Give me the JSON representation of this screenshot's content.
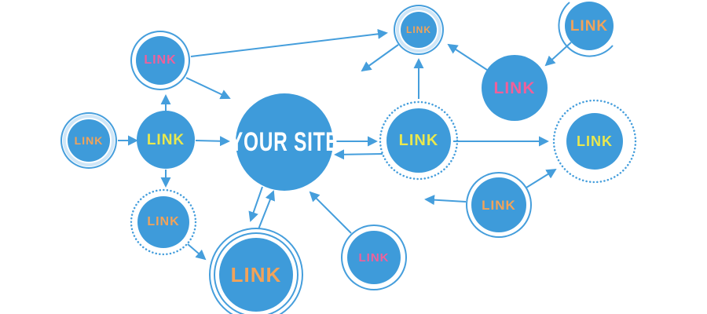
{
  "colors": {
    "circle_fill": "#3E9BDA",
    "line": "#459EDC",
    "halo": "#CFE6F7",
    "background": "#FFFFFF",
    "pink": "#F0609A",
    "orange": "#F2A359",
    "yellow": "#E9E84E",
    "white": "#FFFFFF"
  },
  "nodes": [
    {
      "id": "top-left-ringed",
      "label": "LINK",
      "color": "pink",
      "ring": "single-ring"
    },
    {
      "id": "left-small",
      "label": "LINK",
      "color": "orange",
      "ring": "halo-ring"
    },
    {
      "id": "left-mid",
      "label": "LINK",
      "color": "yellow",
      "ring": "none"
    },
    {
      "id": "your-site",
      "label": "YOUR SITE",
      "color": "white",
      "ring": "none"
    },
    {
      "id": "top-center",
      "label": "LINK",
      "color": "orange",
      "ring": "halo-ring"
    },
    {
      "id": "top-right",
      "label": "LINK",
      "color": "orange",
      "ring": "partial-arc"
    },
    {
      "id": "mid-right",
      "label": "LINK",
      "color": "pink",
      "ring": "none"
    },
    {
      "id": "mid-dotted",
      "label": "LINK",
      "color": "yellow",
      "ring": "dotted"
    },
    {
      "id": "far-right-dotted",
      "label": "LINK",
      "color": "yellow",
      "ring": "dotted"
    },
    {
      "id": "bottom-right-ringed",
      "label": "LINK",
      "color": "orange",
      "ring": "single-ring"
    },
    {
      "id": "bottom-center-ringed",
      "label": "LINK",
      "color": "pink",
      "ring": "single-ring"
    },
    {
      "id": "bottom-left-dotted",
      "label": "LINK",
      "color": "orange",
      "ring": "dotted"
    },
    {
      "id": "bottom-big-double",
      "label": "LINK",
      "color": "orange",
      "ring": "double-ring"
    }
  ]
}
